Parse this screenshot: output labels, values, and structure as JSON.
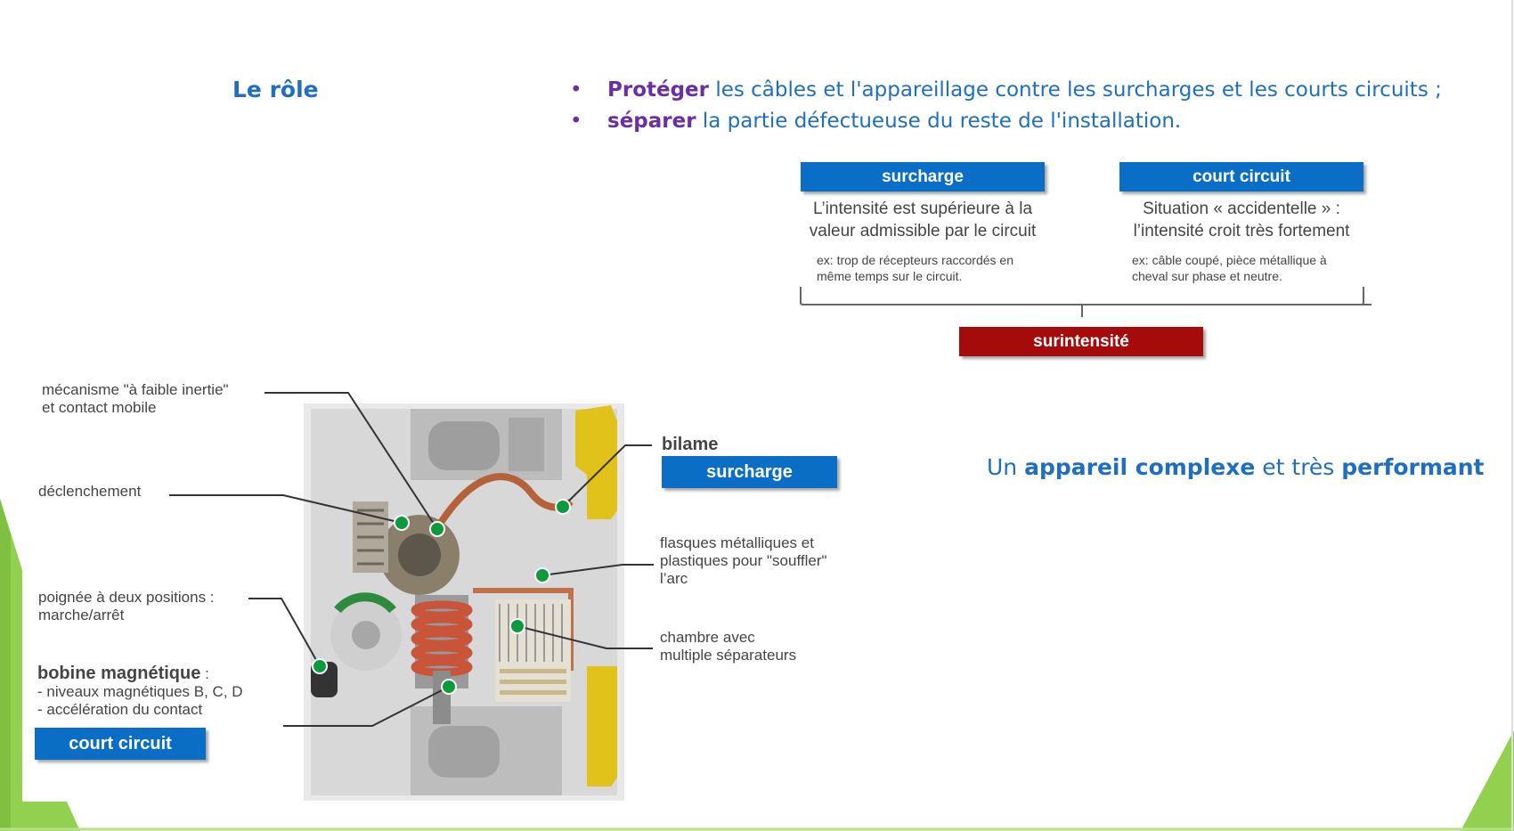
{
  "slide": {
    "title": "Le rôle",
    "bullets": [
      {
        "bold": "Protéger",
        "rest": " les câbles et l'appareillage contre les surcharges et les courts circuits ;"
      },
      {
        "bold": "séparer",
        "rest": " la partie défectueuse du reste de l'installation."
      }
    ]
  },
  "overcurrent": {
    "overload": {
      "title": "surcharge",
      "line1": "L’intensité est supérieure à la",
      "line2": "valeur admissible par le circuit",
      "example1": "ex: trop de récepteurs raccordés en",
      "example2": "même temps sur le circuit."
    },
    "short_circuit": {
      "title": "court circuit",
      "line1": "Situation « accidentelle » :",
      "line2": "l’intensité croit très fortement",
      "example1": "ex: câble coupé, pièce métallique à",
      "example2": "cheval sur phase et neutre."
    },
    "result": "surintensité"
  },
  "breaker": {
    "left_labels": {
      "mechanism1": "mécanisme \"à faible inertie\"",
      "mechanism2": "et contact mobile",
      "trip": "déclenchement",
      "handle1": "poignée à deux positions :",
      "handle2": "marche/arrêt",
      "coil_title": "bobine magnétique",
      "coil_colon": " :",
      "coil1": "- niveaux magnétiques B, C, D",
      "coil2": "- accélération du contact",
      "coil_box": "court circuit"
    },
    "right_labels": {
      "bimetal": "bilame",
      "bimetal_box": "surcharge",
      "plates1": "flasques métalliques et",
      "plates2": "plastiques pour \"souffler\"",
      "plates3": "l’arc",
      "chamber1": "chambre avec",
      "chamber2": "multiple séparateurs"
    }
  },
  "tagline": {
    "p1": "Un ",
    "b1": "appareil complexe",
    "p2": " et très ",
    "b2": "performant"
  },
  "colors": {
    "accent_blue": "#0a6dc6",
    "text_blue": "#1f6fbe",
    "purple": "#6b2fa0",
    "dark_red": "#a50b0b",
    "green_marker": "#0d9a3c",
    "deco_green": "#92d050"
  }
}
